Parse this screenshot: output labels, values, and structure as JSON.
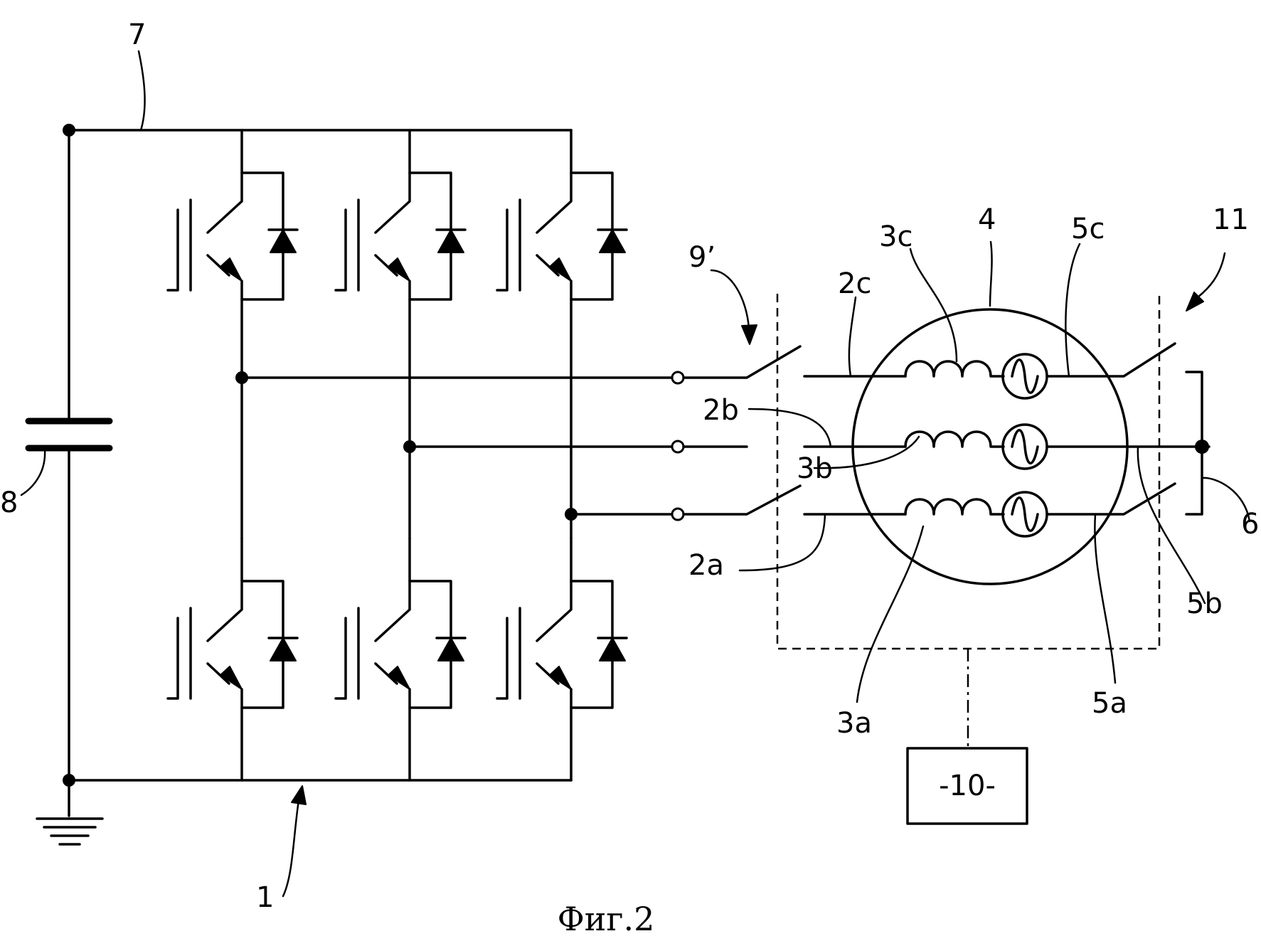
{
  "figure": {
    "caption": "Фиг.2"
  },
  "labels": {
    "dc_positive_bus": "7",
    "capacitor": "8",
    "inverter": "1",
    "switch_block_9": "9’",
    "conductor_2a": "2a",
    "conductor_2b": "2b",
    "conductor_2c": "2c",
    "winding_3a": "3a",
    "winding_3b": "3b",
    "winding_3c": "3c",
    "machine": "4",
    "conductor_5a": "5a",
    "conductor_5b": "5b",
    "conductor_5c": "5c",
    "star_point": "6",
    "switch_block_11": "11",
    "controller": "-10-"
  }
}
